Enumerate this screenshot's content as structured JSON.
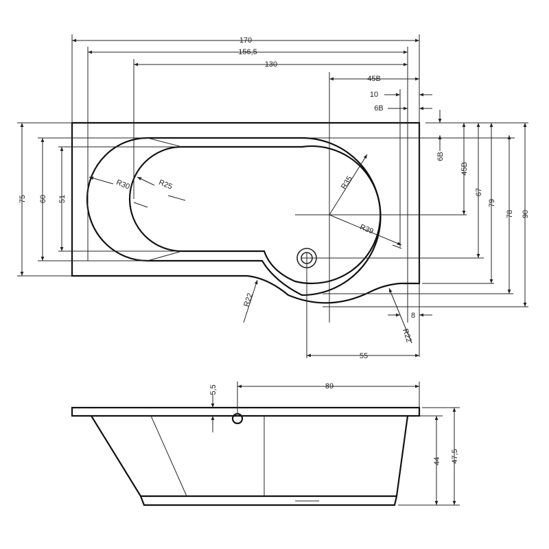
{
  "title": "Bathtub technical drawing",
  "top_view": {
    "widths": {
      "overall": "170",
      "rim_inner": "156,5",
      "bowl": "130",
      "shower_offset": "45B",
      "edge_10": "10",
      "edge_6b": "6B"
    },
    "heights_left": {
      "overall": "75",
      "rim": "60",
      "bowl": "51"
    },
    "heights_right": {
      "edge_6b": "6B",
      "center_45b": "45B",
      "drain": "67",
      "body": "79",
      "rim": "78",
      "overall": "90"
    },
    "radii": {
      "r30": "R30",
      "r25": "R25",
      "r35": "R35",
      "r39": "R39",
      "r22_left": "R22",
      "r22_right": "R22"
    },
    "bottom": {
      "drain_offset": "55",
      "edge_8": "8"
    }
  },
  "side_view": {
    "overflow_offset": "89",
    "overflow_height": "5,5",
    "depth": "44",
    "total_height": "47,5"
  }
}
